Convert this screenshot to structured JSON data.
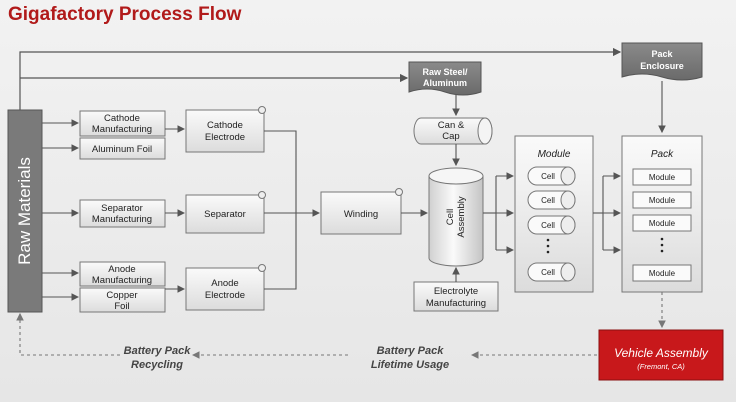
{
  "title": "Gigafactory Process Flow",
  "raw_materials": "Raw Materials",
  "cathode_manufacturing": [
    "Cathode",
    "Manufacturing"
  ],
  "aluminum_foil": "Aluminum Foil",
  "separator_manufacturing": [
    "Separator",
    "Manufacturing"
  ],
  "anode_manufacturing": [
    "Anode",
    "Manufacturing"
  ],
  "copper_foil": [
    "Copper",
    "Foil"
  ],
  "cathode_electrode": [
    "Cathode",
    "Electrode"
  ],
  "separator": "Separator",
  "anode_electrode": [
    "Anode",
    "Electrode"
  ],
  "winding": "Winding",
  "raw_steel": [
    "Raw Steel/",
    "Aluminum"
  ],
  "can_cap": [
    "Can &",
    "Cap"
  ],
  "cell_assembly": [
    "Cell",
    "Assembly"
  ],
  "electrolyte": [
    "Electrolyte",
    "Manufacturing"
  ],
  "module_title": "Module",
  "cell_label": "Cell",
  "pack_title": "Pack",
  "module_label": "Module",
  "pack_enclosure": [
    "Pack",
    "Enclosure"
  ],
  "vehicle_assembly": "Vehicle Assembly",
  "vehicle_location": "(Fremont, CA)",
  "lifetime_usage": [
    "Battery Pack",
    "Lifetime Usage"
  ],
  "recycling": [
    "Battery Pack",
    "Recycling"
  ],
  "colors": {
    "accent": "#b11a1a",
    "raw_box": "#7a7a7a",
    "vehicle_box": "#c8181b"
  }
}
